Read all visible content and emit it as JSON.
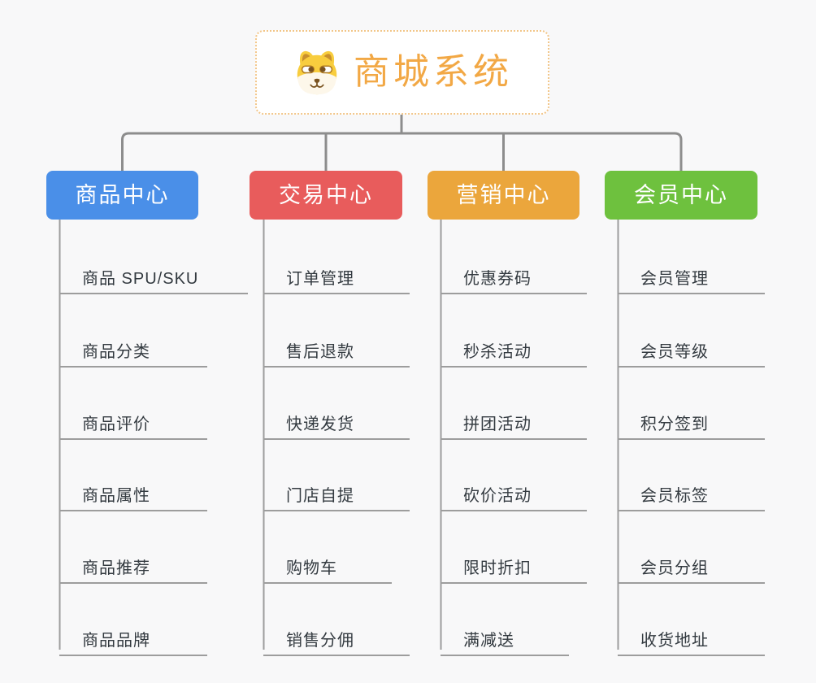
{
  "app": {
    "background_color": "#f8f8f9"
  },
  "root": {
    "label": "商城系统",
    "icon": "dog-face-icon",
    "text_color": "#f2a845",
    "border_color": "#f2c689"
  },
  "connector_color": "#8d8d8d",
  "branches": [
    {
      "label": "商品中心",
      "color": "#4a8fe8",
      "items": [
        "商品 SPU/SKU",
        "商品分类",
        "商品评价",
        "商品属性",
        "商品推荐",
        "商品品牌"
      ]
    },
    {
      "label": "交易中心",
      "color": "#e85c5c",
      "items": [
        "订单管理",
        "售后退款",
        "快递发货",
        "门店自提",
        "购物车",
        "销售分佣"
      ]
    },
    {
      "label": "营销中心",
      "color": "#eba63c",
      "items": [
        "优惠券码",
        "秒杀活动",
        "拼团活动",
        "砍价活动",
        "限时折扣",
        "满减送"
      ]
    },
    {
      "label": "会员中心",
      "color": "#6ec13e",
      "items": [
        "会员管理",
        "会员等级",
        "积分签到",
        "会员标签",
        "会员分组",
        "收货地址"
      ]
    }
  ]
}
